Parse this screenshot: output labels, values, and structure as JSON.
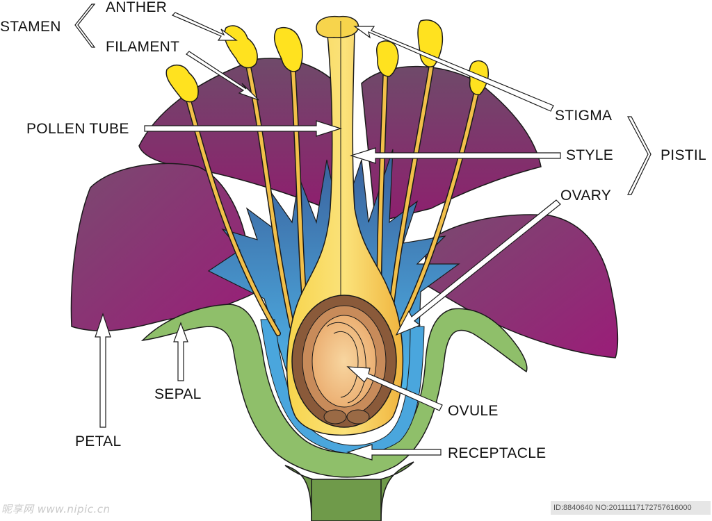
{
  "labels": {
    "stamen": "STAMEN",
    "anther": "ANTHER",
    "filament": "FILAMENT",
    "pollen_tube": "POLLEN TUBE",
    "stigma": "STIGMA",
    "style": "STYLE",
    "pistil": "PISTIL",
    "ovary": "OVARY",
    "ovule": "OVULE",
    "receptacle": "RECEPTACLE",
    "petal": "PETAL",
    "sepal": "SEPAL"
  },
  "watermark": {
    "left": "昵享网 www.nipic.cn",
    "right": "ID:8840640 NO:20111117172757616000"
  },
  "colors": {
    "petal": "#8e2f6e",
    "sepal": "#8fbf6a",
    "stem": "#6f9a4a",
    "receptacle_inner": "#4aa6dd",
    "sepal_lining": "#3a6fb5",
    "pistil": "#f3c24a",
    "anther": "#ffe21f",
    "ovary_wall": "#8a5a3a",
    "ovule": "#f5c98b",
    "outline": "#1a1a1a"
  }
}
